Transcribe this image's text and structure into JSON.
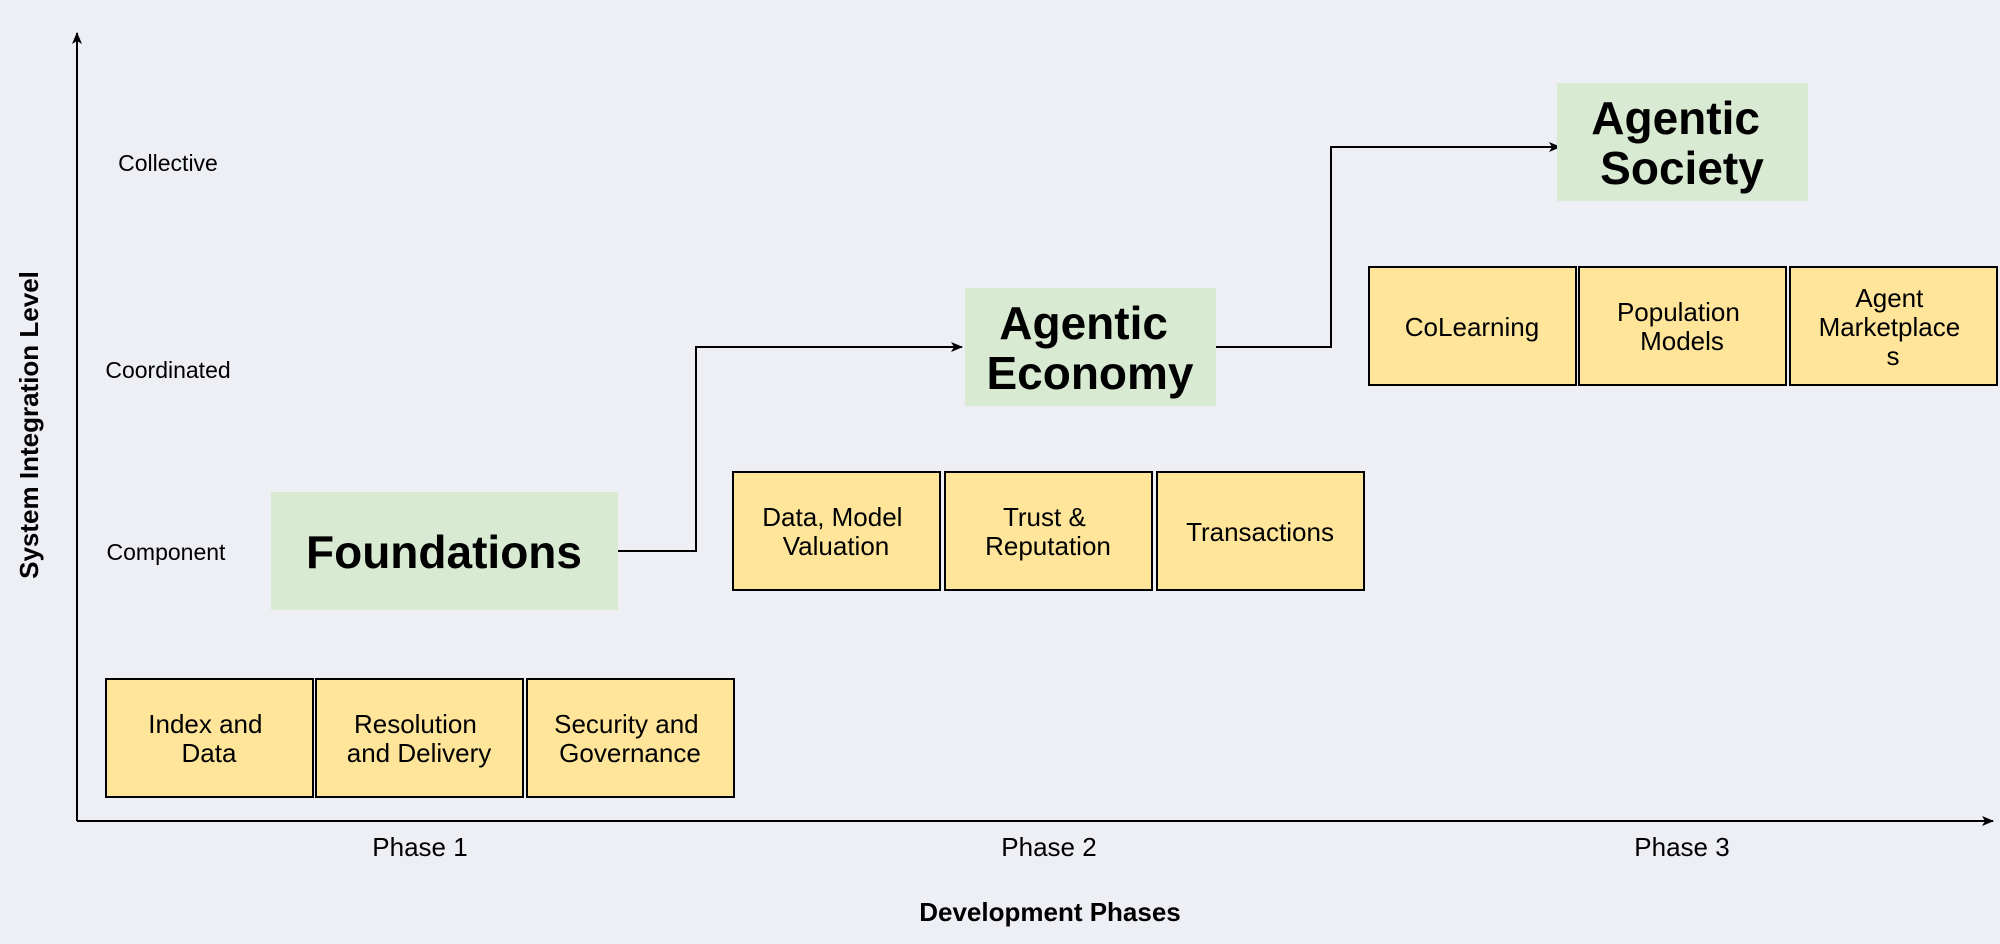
{
  "axes": {
    "y_title": "System Integration Level",
    "x_title": "Development Phases"
  },
  "levels": [
    "Collective",
    "Coordinated",
    "Component"
  ],
  "phases": [
    "Phase 1",
    "Phase 2",
    "Phase 3"
  ],
  "stages": [
    {
      "lines": [
        "Foundations"
      ]
    },
    {
      "lines": [
        "Agentic",
        "Economy"
      ]
    },
    {
      "lines": [
        "Agentic",
        "Society"
      ]
    }
  ],
  "phase_boxes": [
    [
      {
        "lines": [
          "Index and",
          "Data"
        ]
      },
      {
        "lines": [
          "Resolution",
          "and Delivery"
        ]
      },
      {
        "lines": [
          "Security and",
          "Governance"
        ]
      }
    ],
    [
      {
        "lines": [
          "Data, Model",
          "Valuation"
        ]
      },
      {
        "lines": [
          "Trust &",
          "Reputation"
        ]
      },
      {
        "lines": [
          "Transactions"
        ]
      }
    ],
    [
      {
        "lines": [
          "CoLearning"
        ]
      },
      {
        "lines": [
          "Population",
          "Models"
        ]
      },
      {
        "lines": [
          "Agent",
          "Marketplace",
          "s"
        ]
      }
    ]
  ],
  "colors": {
    "background": "#edeff4",
    "stage_fill": "#d9ead3",
    "box_fill": "#ffe599",
    "stroke": "#000000"
  }
}
